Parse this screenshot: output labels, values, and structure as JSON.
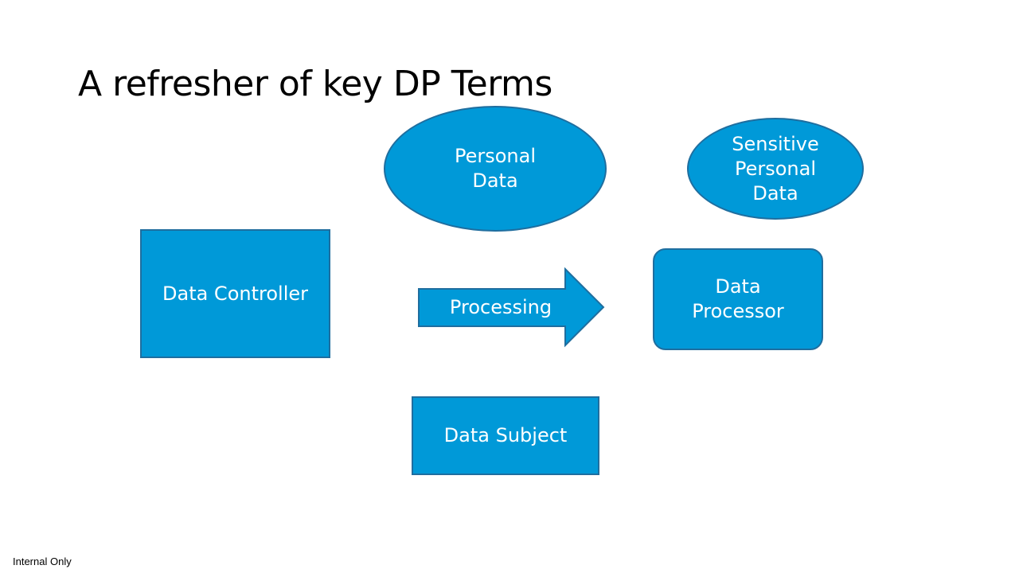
{
  "slide": {
    "title": "A refresher of key DP Terms",
    "footer": "Internal Only"
  },
  "colors": {
    "fill": "#0099d8",
    "stroke": "#1f6e9f",
    "text": "#ffffff",
    "title": "#000000"
  },
  "diagram": {
    "personal_data": "Personal\nData",
    "sensitive_personal_data": "Sensitive\nPersonal\nData",
    "data_controller": "Data Controller",
    "processing": "Processing",
    "data_processor": "Data\nProcessor",
    "data_subject": "Data Subject"
  }
}
